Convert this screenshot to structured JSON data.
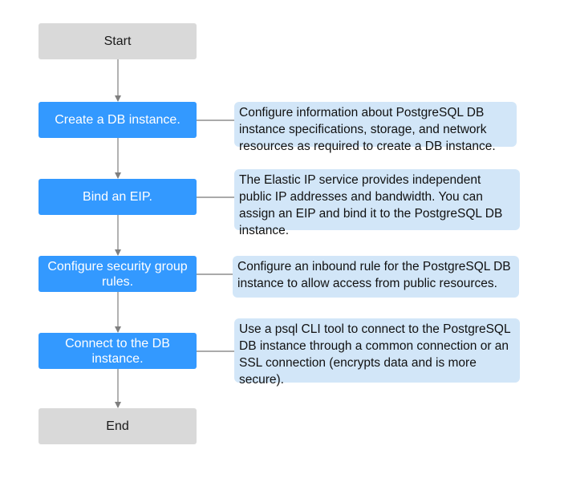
{
  "start": "Start",
  "end": "End",
  "steps": [
    {
      "label": "Create a DB instance.",
      "note": "Configure information about PostgreSQL DB instance specifications, storage, and network resources as required to create a DB instance."
    },
    {
      "label": "Bind an EIP.",
      "note": "The Elastic IP service provides independent public IP addresses and bandwidth. You can assign an EIP and bind it to the PostgreSQL DB instance."
    },
    {
      "label": "Configure security group rules.",
      "note": "Configure an inbound rule for the PostgreSQL DB instance to allow access from public resources."
    },
    {
      "label": "Connect to the DB instance.",
      "note": "Use a psql CLI tool to connect to the PostgreSQL DB instance through a common connection or an SSL connection (encrypts data and is more secure)."
    }
  ],
  "colors": {
    "step_fill": "#3399ff",
    "terminal_fill": "#d9d9d9",
    "note_fill": "#d2e6f8",
    "connector": "#7f7f7f"
  }
}
